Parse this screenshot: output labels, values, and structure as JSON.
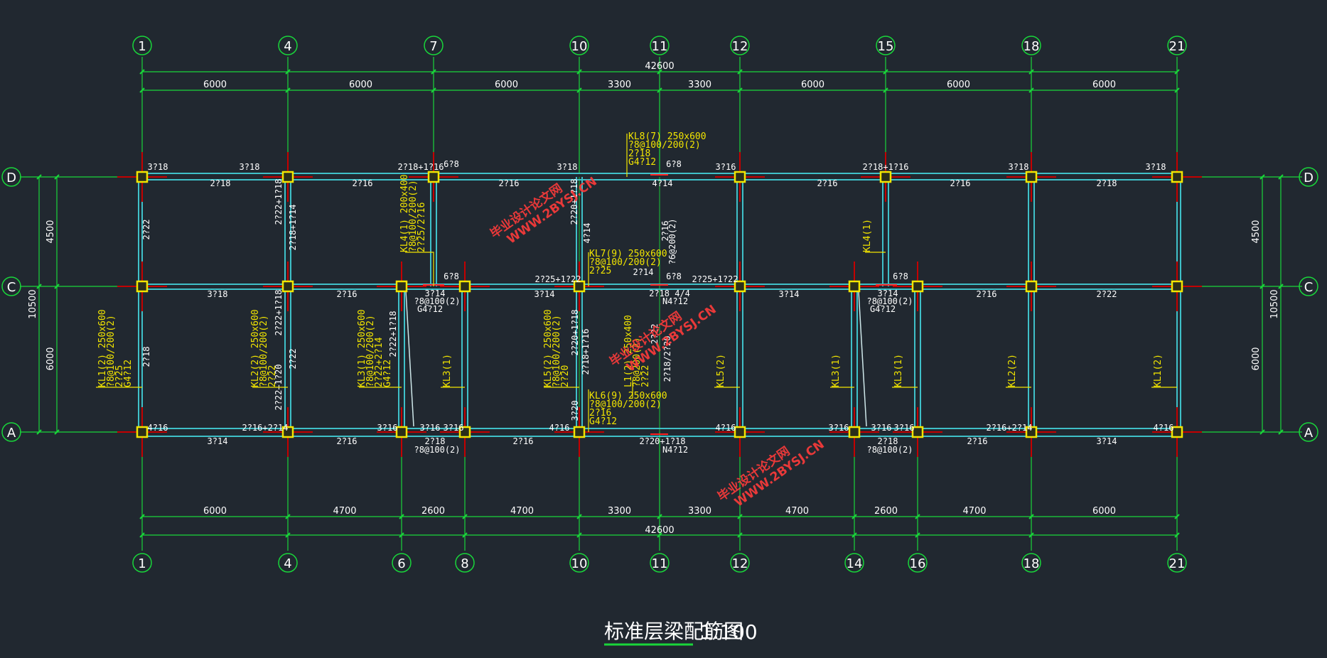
{
  "title": "标准层梁配筋图",
  "scale": "1:100",
  "colors": {
    "background": "#212830",
    "axis": "#19d63a",
    "wall": "#3fc0c8",
    "column": "#f2e500",
    "text_white": "#ffffff",
    "text_yellow": "#f2e500",
    "watermark": "#ff3b3b",
    "column_mark": "#c40000"
  },
  "top_axes": [
    "1",
    "4",
    "7",
    "10",
    "11",
    "12",
    "15",
    "18",
    "21"
  ],
  "bottom_axes": [
    "1",
    "4",
    "6",
    "8",
    "10",
    "11",
    "12",
    "14",
    "16",
    "18",
    "21"
  ],
  "row_axes": [
    "D",
    "C",
    "A"
  ],
  "dims": {
    "top_total": "42600",
    "top": [
      "6000",
      "6000",
      "6000",
      "3300",
      "3300",
      "6000",
      "6000",
      "6000"
    ],
    "bottom_total": "42600",
    "bottom": [
      "6000",
      "4700",
      "2600",
      "4700",
      "3300",
      "3300",
      "4700",
      "2600",
      "4700",
      "6000"
    ],
    "left_total": "10500",
    "left": [
      "4500",
      "6000"
    ],
    "right_total": "10500",
    "right": [
      "4500",
      "6000"
    ]
  },
  "watermarks": [
    {
      "line1": "毕业设计论文网",
      "line2": "WWW.2BYSJ.CN"
    },
    {
      "line1": "毕业设计论文网",
      "line2": "WWW.2BYSJ.CN"
    },
    {
      "line1": "毕业设计论文网",
      "line2": "WWW.2BYSJ.CN"
    }
  ],
  "labels_white": [
    {
      "t": "3?18"
    },
    {
      "t": "3?18"
    },
    {
      "t": "2?18+1?16"
    },
    {
      "t": "3?18"
    },
    {
      "t": "3?16"
    },
    {
      "t": "2?18+1?16"
    },
    {
      "t": "3?18"
    },
    {
      "t": "3?18"
    },
    {
      "t": "2?18"
    },
    {
      "t": "2?16"
    },
    {
      "t": "2?16"
    },
    {
      "t": "4?14"
    },
    {
      "t": "2?16"
    },
    {
      "t": "2?16"
    },
    {
      "t": "2?18"
    },
    {
      "t": "6?8"
    },
    {
      "t": "6?8"
    },
    {
      "t": "6?8"
    },
    {
      "t": "6?8"
    },
    {
      "t": "6?8"
    },
    {
      "t": "2?25+1?22"
    },
    {
      "t": "2?14"
    },
    {
      "t": "2?25+1?22"
    },
    {
      "t": "3?18"
    },
    {
      "t": "2?16"
    },
    {
      "t": "3?14"
    },
    {
      "t": "3?14"
    },
    {
      "t": "2?16"
    },
    {
      "t": "2?22"
    },
    {
      "t": "3?14"
    },
    {
      "t": "?8@100(2)"
    },
    {
      "t": "G4?12"
    },
    {
      "t": "3?14"
    },
    {
      "t": "?8@100(2)"
    },
    {
      "t": "G4?12"
    },
    {
      "t": "2?18 4/4"
    },
    {
      "t": "N4?12"
    },
    {
      "t": "4?16"
    },
    {
      "t": "2?16+2?14"
    },
    {
      "t": "3?16"
    },
    {
      "t": "3?16"
    },
    {
      "t": "3?16"
    },
    {
      "t": "4?16"
    },
    {
      "t": "4?16"
    },
    {
      "t": "3?16"
    },
    {
      "t": "3?16"
    },
    {
      "t": "3?16"
    },
    {
      "t": "2?16+2?14"
    },
    {
      "t": "4?16"
    },
    {
      "t": "3?14"
    },
    {
      "t": "2?16"
    },
    {
      "t": "2?18"
    },
    {
      "t": "?8@100(2)"
    },
    {
      "t": "2?16"
    },
    {
      "t": "2?20+1?18"
    },
    {
      "t": "N4?12"
    },
    {
      "t": "2?18"
    },
    {
      "t": "?8@100(2)"
    },
    {
      "t": "2?16"
    },
    {
      "t": "3?14"
    },
    {
      "t": "2?22"
    },
    {
      "t": "2?22+1?18"
    },
    {
      "t": "2?18+1?14"
    },
    {
      "t": "2?20+1?18"
    },
    {
      "t": "4?14"
    },
    {
      "t": "2?16"
    },
    {
      "t": "?6@200(2)"
    },
    {
      "t": "2?18"
    },
    {
      "t": "2?22+1?18"
    },
    {
      "t": "2?22"
    },
    {
      "t": "2?22+1?20"
    },
    {
      "t": "2?22+1?18"
    },
    {
      "t": "2?20+1?18"
    },
    {
      "t": "2?18+1?16"
    },
    {
      "t": "3?20"
    },
    {
      "t": "2?18/2?20"
    },
    {
      "t": "2?22"
    }
  ],
  "labels_yellow": [
    {
      "t": "KL8(7) 250x600"
    },
    {
      "t": "?8@100/200(2)"
    },
    {
      "t": "2?18"
    },
    {
      "t": "G4?12"
    },
    {
      "t": "KL7(9) 250x600"
    },
    {
      "t": "?8@100/200(2)"
    },
    {
      "t": "2?25"
    },
    {
      "t": "KL6(9) 250x600"
    },
    {
      "t": "?8@100/200(2)"
    },
    {
      "t": "2?16"
    },
    {
      "t": "G4?12"
    },
    {
      "t": "KL4(1) 200x400"
    },
    {
      "t": "?8@100/200(2)"
    },
    {
      "t": "2?25/2?16"
    },
    {
      "t": "KL4(1)"
    },
    {
      "t": "KL1(2) 250x600"
    },
    {
      "t": "?8@100/200(2)"
    },
    {
      "t": "2?25"
    },
    {
      "t": "G4?12"
    },
    {
      "t": "KL2(2) 250x600"
    },
    {
      "t": "?8@100/200(2)"
    },
    {
      "t": "2?22"
    },
    {
      "t": "KL3(1) 250x600"
    },
    {
      "t": "?8@100/200(2)"
    },
    {
      "t": "2?22+2?14"
    },
    {
      "t": "G4?12"
    },
    {
      "t": "KL5(2) 250x600"
    },
    {
      "t": "?8@100/200(2)"
    },
    {
      "t": "2?20"
    },
    {
      "t": "L1(2) 250x400"
    },
    {
      "t": "?8@200(2)"
    },
    {
      "t": "2?22"
    },
    {
      "t": "KL3(1)"
    },
    {
      "t": "KL5(2)"
    },
    {
      "t": "KL3(1)"
    },
    {
      "t": "KL3(1)"
    },
    {
      "t": "KL2(2)"
    },
    {
      "t": "KL1(2)"
    }
  ]
}
